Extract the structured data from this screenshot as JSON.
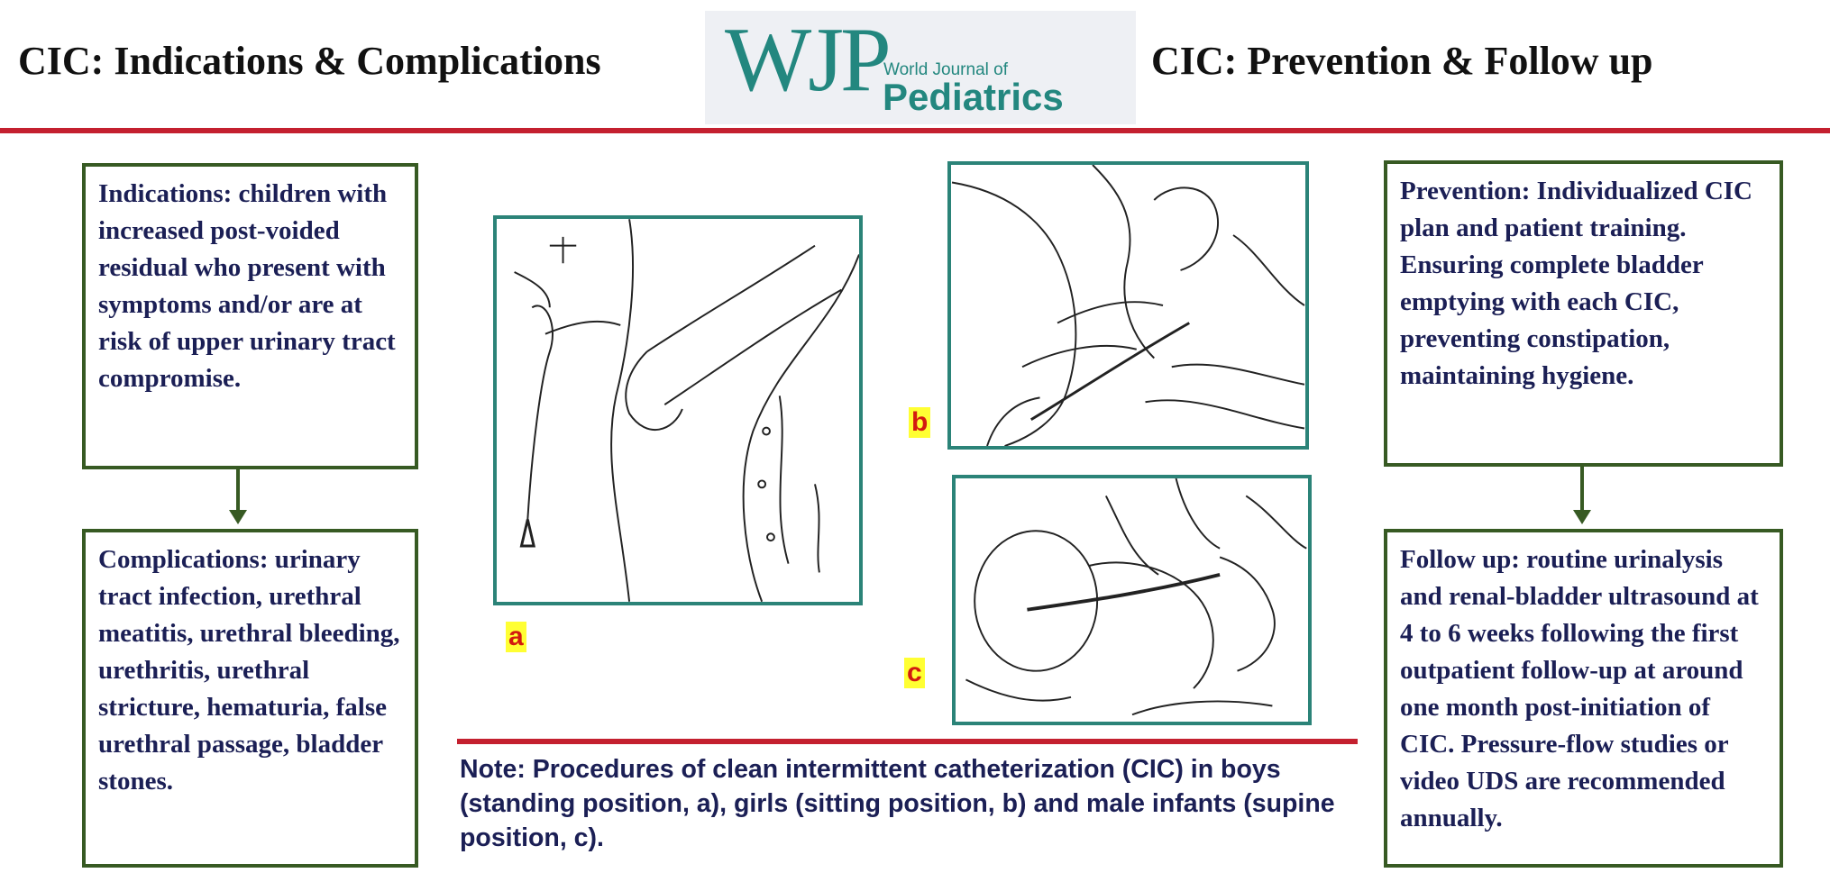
{
  "header": {
    "left_title": "CIC: Indications & Complications",
    "right_title": "CIC: Prevention  &  Follow up",
    "logo": {
      "mark": "WJP",
      "journal_line1": "World Journal of",
      "journal_line2": "Pediatrics"
    }
  },
  "left_column": {
    "indications": "Indications: children with increased  post-voided residual who present with symptoms and/or are at risk of upper urinary tract compromise.",
    "complications": "Complications: urinary tract infection, urethral meatitis, urethral bleeding, urethritis, urethral stricture, hematuria, false urethral passage, bladder stones."
  },
  "right_column": {
    "prevention": "Prevention: Individualized CIC plan and patient training. Ensuring complete bladder emptying with each CIC, preventing constipation, maintaining hygiene.",
    "follow_up": "Follow up: routine urinalysis and renal-bladder ultrasound at 4 to 6 weeks following the first outpatient follow-up at around one month post-initiation of CIC. Pressure-flow studies or video UDS are recommended annually."
  },
  "figures": {
    "labels": {
      "a": "a",
      "b": "b",
      "c": "c"
    }
  },
  "note": "Note: Procedures of clean intermittent catheterization (CIC) in boys (standing position, a), girls (sitting position, b) and male infants (supine position, c).",
  "colors": {
    "accent_red": "#c4202f",
    "box_border": "#375a23",
    "photo_border": "#2b8378",
    "text_navy": "#1b1f55",
    "label_bg": "#ffff33",
    "label_text": "#d21a10",
    "logo_teal": "#23877f"
  }
}
